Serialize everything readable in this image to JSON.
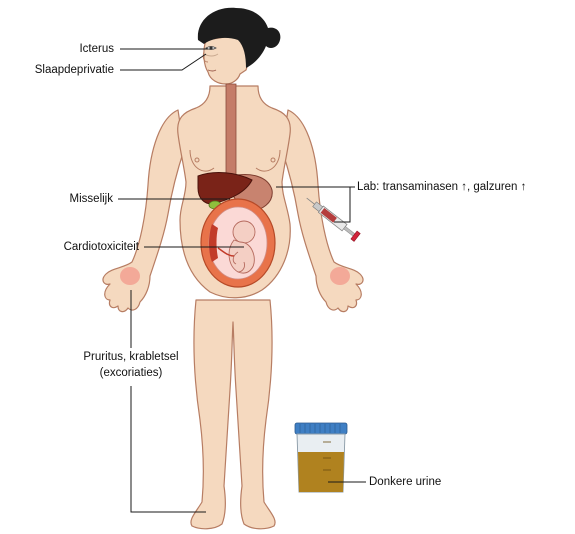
{
  "labels": {
    "icterus": "Icterus",
    "sleep": "Slaapdeprivatie",
    "nausea": "Misselijk",
    "cardio": "Cardiotoxiciteit",
    "pruritus_line1": "Pruritus, krabletsel",
    "pruritus_line2": "(excoriaties)",
    "lab": "Lab: transaminasen ↑, galzuren ↑",
    "urine": "Donkere urine"
  },
  "colors": {
    "skin": "#f5d9bf",
    "skin_outline": "#b77d63",
    "hair": "#1c1c1c",
    "liver": "#7a2318",
    "stomach": "#c8836f",
    "esophagus": "#c47c68",
    "gallbladder": "#8fbf3c",
    "uterus": "#e8734a",
    "amnion": "#fbd9d6",
    "palm_itch": "#f2a090",
    "syringe_plunger": "#d2233b",
    "urine": "#b0821f",
    "cup_lid": "#3f7fc4",
    "leader_line": "#1a1a1a"
  },
  "icons": [
    "woman-body",
    "fetus",
    "syringe-icon",
    "urine-cup-icon"
  ]
}
